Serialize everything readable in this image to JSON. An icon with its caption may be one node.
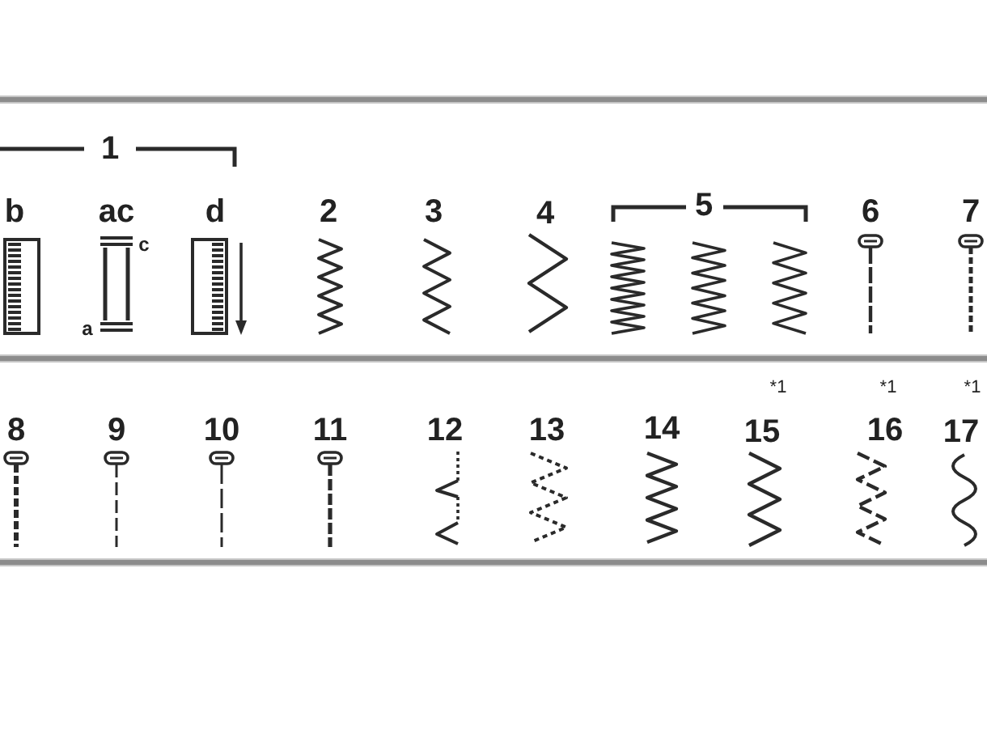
{
  "diagram": {
    "labels": [
      "1",
      "b",
      "ac",
      "c",
      "a",
      "d",
      "2",
      "3",
      "4",
      "5",
      "6",
      "7",
      "8",
      "9",
      "10",
      "11",
      "12",
      "13",
      "14",
      "*1",
      "15",
      "*1",
      "16",
      "*1",
      "17"
    ]
  }
}
